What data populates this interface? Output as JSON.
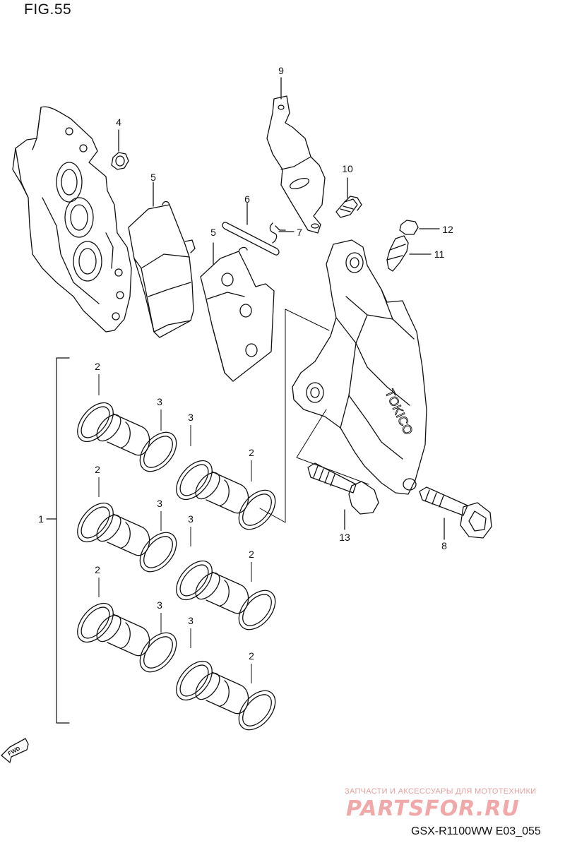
{
  "figure": {
    "title": "FIG.55"
  },
  "callouts": [
    {
      "id": "c1",
      "text": "1"
    },
    {
      "id": "c2a",
      "text": "2"
    },
    {
      "id": "c2b",
      "text": "2"
    },
    {
      "id": "c2c",
      "text": "2"
    },
    {
      "id": "c2d",
      "text": "2"
    },
    {
      "id": "c2e",
      "text": "2"
    },
    {
      "id": "c2f",
      "text": "2"
    },
    {
      "id": "c3a",
      "text": "3"
    },
    {
      "id": "c3b",
      "text": "3"
    },
    {
      "id": "c3c",
      "text": "3"
    },
    {
      "id": "c3d",
      "text": "3"
    },
    {
      "id": "c3e",
      "text": "3"
    },
    {
      "id": "c3f",
      "text": "3"
    },
    {
      "id": "c4",
      "text": "4"
    },
    {
      "id": "c5a",
      "text": "5"
    },
    {
      "id": "c5b",
      "text": "5"
    },
    {
      "id": "c6",
      "text": "6"
    },
    {
      "id": "c7",
      "text": "7"
    },
    {
      "id": "c8",
      "text": "8"
    },
    {
      "id": "c9",
      "text": "9"
    },
    {
      "id": "c10",
      "text": "10"
    },
    {
      "id": "c11",
      "text": "11"
    },
    {
      "id": "c12",
      "text": "12"
    },
    {
      "id": "c13",
      "text": "13"
    }
  ],
  "caliper_marking": "TOKICO",
  "fwd_arrow": {
    "label": "FWD"
  },
  "watermark": {
    "line1": "ЗАПЧАСТИ И АКСЕССУАРЫ ДЛЯ МОТОТЕХНИКИ",
    "logo": "PARTSFOR.RU"
  },
  "model_code": "GSX-R1100WW  E03_055",
  "colors": {
    "line": "#111111",
    "watermark": "#f0a8a8"
  }
}
